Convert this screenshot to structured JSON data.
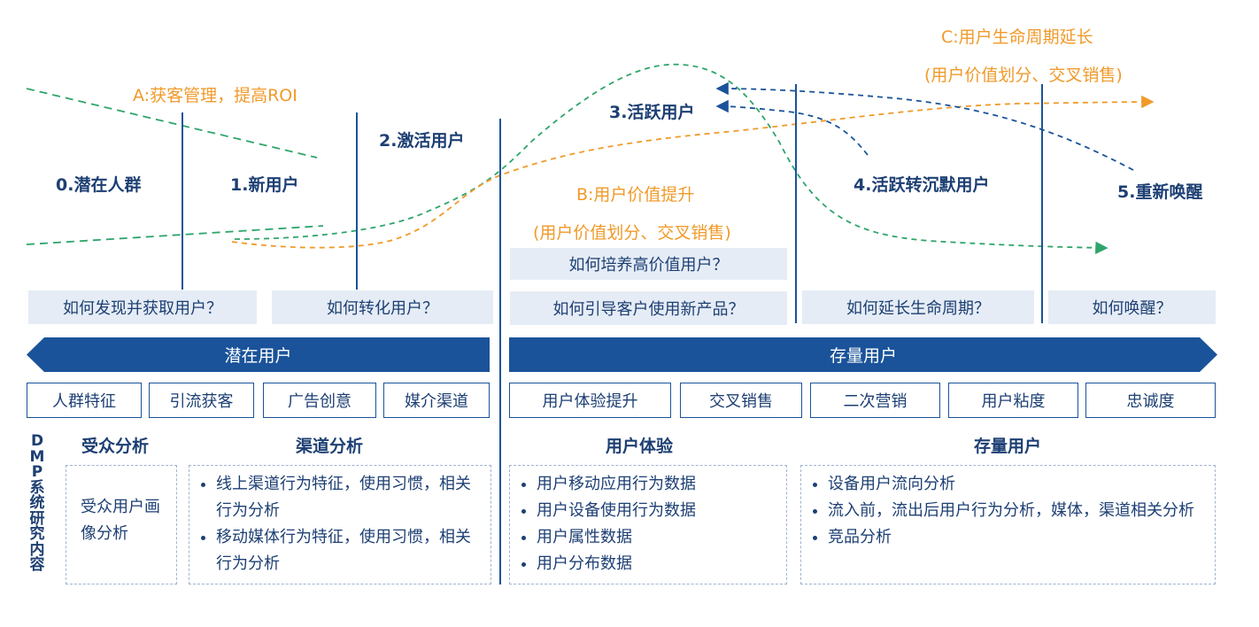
{
  "stages": [
    "0.潜在人群",
    "1.新用户",
    "2.激活用户",
    "3.活跃用户",
    "4.活跃转沉默用户",
    "5.重新唤醒"
  ],
  "goals": {
    "a": "A:获客管理，提高ROI",
    "b": "B:用户价值提升",
    "b_sub": "(用户价值划分、交叉销售)",
    "c": "C:用户生命周期延长",
    "c_sub": "(用户价值划分、交叉销售)"
  },
  "questions": [
    "如何发现并获取用户？",
    "如何转化用户？",
    "如何培养高价值用户？",
    "如何引导客户使用新产品？",
    "如何延长生命周期？",
    "如何唤醒？"
  ],
  "banners": {
    "left": "潜在用户",
    "right": "存量用户"
  },
  "tags_left": [
    "人群特征",
    "引流获客",
    "广告创意",
    "媒介渠道"
  ],
  "tags_right": [
    "用户体验提升",
    "交叉销售",
    "二次营销",
    "用户粘度",
    "忠诚度"
  ],
  "side_label": "DMP系统研究内容",
  "sections": [
    {
      "title": "受众分析",
      "items": [
        "受众用户画像分析"
      ]
    },
    {
      "title": "渠道分析",
      "items": [
        "线上渠道行为特征，使用习惯，相关行为分析",
        "移动媒体行为特征，使用习惯，相关行为分析"
      ]
    },
    {
      "title": "用户体验",
      "items": [
        "用户移动应用行为数据",
        "用户设备使用行为数据",
        "用户属性数据",
        "用户分布数据"
      ]
    },
    {
      "title": "存量用户",
      "items": [
        "设备用户流向分析",
        "流入前，流出后用户行为分析，媒体，渠道相关分析",
        "竞品分析"
      ]
    }
  ],
  "colors": {
    "navy": "#1a539a",
    "orange": "#f09a2a",
    "green": "#2ea56a",
    "light": "#e5ecf5"
  }
}
